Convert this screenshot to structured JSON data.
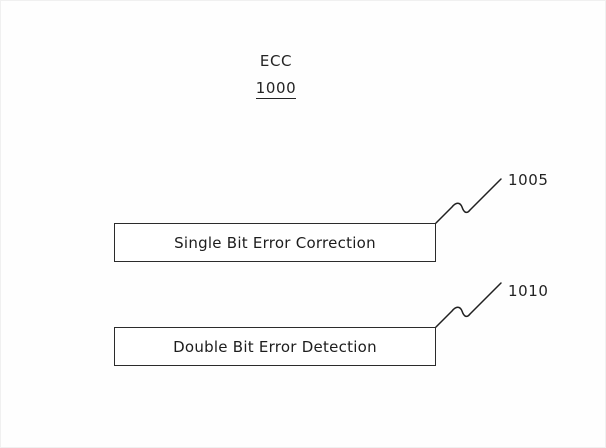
{
  "figure": {
    "title": "ECC",
    "root_reference": "1000",
    "blocks": [
      {
        "id": "sbec",
        "label": "Single Bit Error Correction",
        "reference": "1005"
      },
      {
        "id": "dbed",
        "label": "Double Bit Error Detection",
        "reference": "1010"
      }
    ],
    "colors": {
      "background": "#ffffff",
      "line": "#202020",
      "text": "#232323",
      "box_border": "#2b2b2b"
    }
  }
}
